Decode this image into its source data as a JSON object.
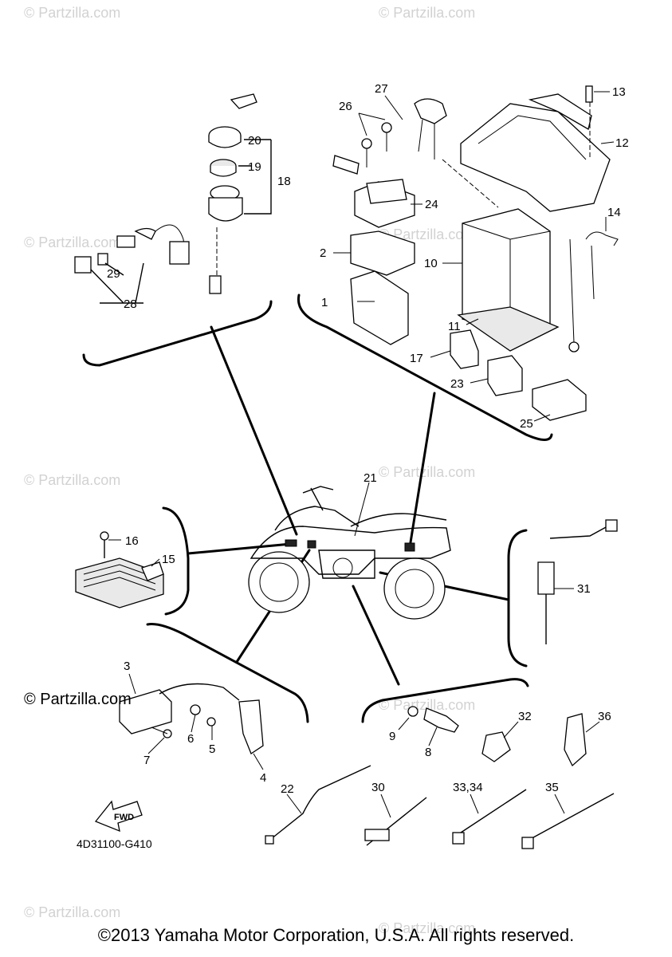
{
  "diagram": {
    "drawing_code": "4D31100-G410",
    "fwd_label": "FWD",
    "main_watermark": "© Partzilla.com",
    "faint_watermark": "© Partzilla.com",
    "copyright": "©2013 Yamaha Motor Corporation, U.S.A. All rights reserved.",
    "callouts": {
      "p1": "1",
      "p2": "2",
      "p3": "3",
      "p4": "4",
      "p5": "5",
      "p6": "6",
      "p7": "7",
      "p8": "8",
      "p9": "9",
      "p10": "10",
      "p11": "11",
      "p12": "12",
      "p13": "13",
      "p14": "14",
      "p15": "15",
      "p16": "16",
      "p17": "17",
      "p18": "18",
      "p19": "19",
      "p20": "20",
      "p21": "21",
      "p22": "22",
      "p23": "23",
      "p24": "24",
      "p25": "25",
      "p26": "26",
      "p27": "27",
      "p28": "28",
      "p29": "29",
      "p30": "30",
      "p31": "31",
      "p32": "32",
      "p33_34": "33,34",
      "p35": "35",
      "p36": "36"
    },
    "colors": {
      "ink": "#000000",
      "watermark": "#d2d2d2",
      "paper": "#ffffff"
    }
  }
}
